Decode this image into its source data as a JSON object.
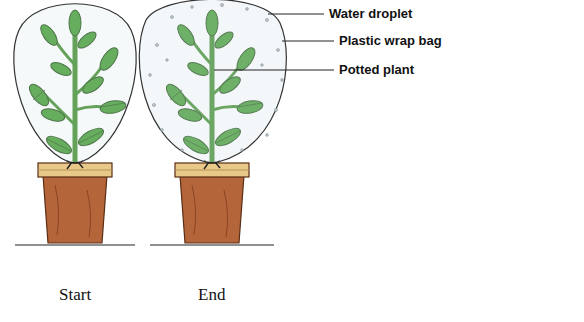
{
  "diagram": {
    "labels": [
      "Water droplet",
      "Plastic wrap bag",
      "Potted plant",
      "Start",
      "End"
    ]
  }
}
